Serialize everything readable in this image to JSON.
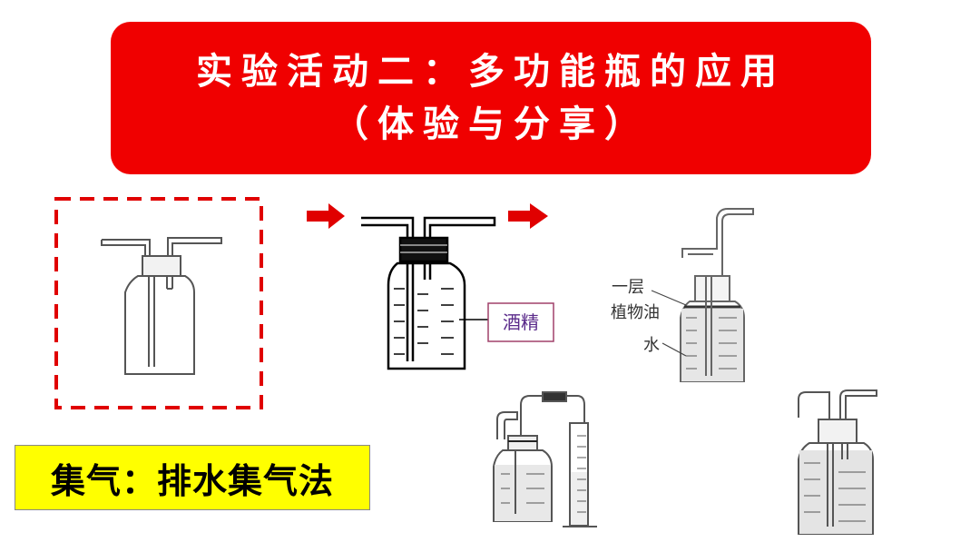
{
  "banner": {
    "line1": "实验活动二：多功能瓶的应用",
    "line2": "（体验与分享）",
    "color": "#f00000"
  },
  "bottom_label": {
    "text": "集气：排水集气法",
    "background": "#ffff00"
  },
  "labels": {
    "alcohol": "酒精",
    "oil_line1": "一层",
    "oil_line2": "植物油",
    "water": "水"
  },
  "colors": {
    "arrow": "#e00000",
    "dashed_border": "#e00000",
    "label_box": "#a0406a",
    "label_text": "#5a2a8a"
  },
  "icons": [
    "right-arrow-icon",
    "right-arrow-icon"
  ]
}
